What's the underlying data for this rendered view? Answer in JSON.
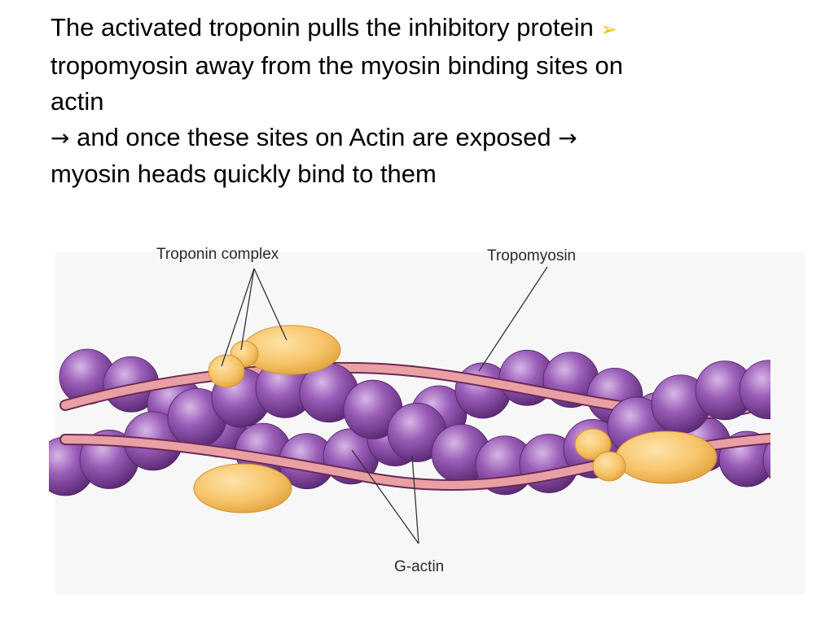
{
  "slide": {
    "line1": "The activated troponin pulls the inhibitory protein",
    "line1_bullet": "➢",
    "line2": "tropomyosin away from the myosin binding sites on",
    "line3": "actin",
    "line4_arrow1": "→",
    "line4_text": "and once these sites on Actin are exposed",
    "line4_arrow2": "→",
    "line5": "myosin heads quickly bind to them"
  },
  "figure": {
    "label_troponin": "Troponin complex",
    "label_tropomyosin": "Tropomyosin",
    "label_gactin": "G-actin"
  },
  "colors": {
    "actin": "#8a4ca6",
    "actin_highlight": "#d7b7e6",
    "troponin": "#f7c46a",
    "tropomyosin": "#e9a0a4",
    "bullet": "#f2c200"
  }
}
